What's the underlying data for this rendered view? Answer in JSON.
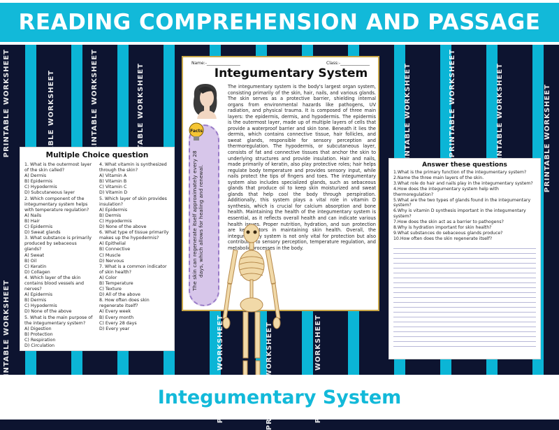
{
  "banner": {
    "top_title": "READING COMPREHENSION AND PASSAGE",
    "bottom_title": "Integumentary System"
  },
  "watermark_text": "PRINTABLE WORKSHEET",
  "colors": {
    "cyan": "#12b9d9",
    "navy": "#0d1430",
    "card": "#d7c6ea"
  },
  "worksheet": {
    "name_label": "Name:-________________",
    "class_label": "Class:-______________",
    "title": "Integumentary System",
    "passage": "The integumentary system is the body's largest organ system, consisting primarily of the skin, hair, nails, and various glands. The skin serves as a protective barrier, shielding internal organs from environmental hazards like pathogens, UV radiation, and physical trauma. It is composed of three main layers: the epidermis, dermis, and hypodermis. The epidermis is the outermost layer, made up of multiple layers of cells that provide a waterproof barrier and skin tone. Beneath it lies the dermis, which contains connective tissue, hair follicles, and sweat glands, responsible for sensory perception and thermoregulation. The hypodermis, or subcutaneous layer, consists of fat and connective tissues that anchor the skin to underlying structures and provide insulation. Hair and nails, made primarily of keratin, also play protective roles; hair helps regulate body temperature and provides sensory input, while nails protect the tips of fingers and toes. The integumentary system also includes specialized glands, such as sebaceous glands that produce oil to keep skin moisturized and sweat glands that help cool the body through perspiration. Additionally, this system plays a vital role in vitamin D synthesis, which is crucial for calcium absorption and bone health. Maintaining the health of the integumentary system is essential, as it reflects overall health and can indicate various health issues. Proper nutrition, hydration, and sun protection are key factors in maintaining skin health. Overall, the integumentary system is not only vital for protection but also contributes to sensory perception, temperature regulation, and metabolic processes in the body.",
    "facts_label": "Facts",
    "fact": "The skin can regenerate itself approximately every 28 days, which allows for healing and renewal."
  },
  "mcq": {
    "title": "Multiple Choice question",
    "col1": [
      "1. What is the outermost layer of the skin called?",
      "A) Dermis",
      "B) Epidermis",
      "C) Hypodermis",
      "D) Subcutaneous layer",
      "2. Which component of the integumentary system helps with temperature regulation?",
      "A) Nails",
      "B) Hair",
      "C) Epidermis",
      "D) Sweat glands",
      "3. What substance is primarily produced by sebaceous glands?",
      "A) Sweat",
      "B) Oil",
      "C) Keratin",
      "D) Collagen",
      "4. Which layer of the skin contains blood vessels and nerves?",
      "A) Epidermis",
      "B) Dermis",
      "C) Hypodermis",
      "D) None of the above",
      "5. What is the main purpose of the integumentary system?",
      "A) Digestion",
      "B) Protection",
      "C) Respiration",
      "D) Circulation"
    ],
    "col2": [
      "4. What vitamin is synthesized through the skin?",
      "A) Vitamin A",
      "B) Vitamin B",
      "C) Vitamin C",
      "D) Vitamin D",
      "5. Which layer of skin provides insulation?",
      "A) Epidermis",
      "B) Dermis",
      "C) Hypodermis",
      "D) None of the above",
      "6. What type of tissue primarily makes up the hypodermis?",
      "A) Epithelial",
      "B) Connective",
      "C) Muscle",
      "D) Nervous",
      "7. What is a common indicator of skin health?",
      "A) Color",
      "B) Temperature",
      "C) Texture",
      "D) All of the above",
      "8. How often does skin regenerate itself?",
      "A) Every week",
      "B) Every month",
      "C) Every 28 days",
      "D) Every year"
    ]
  },
  "answer_sheet": {
    "title": "Answer these questions",
    "questions": [
      "1.What is the primary function of the integumentary system?",
      "2.Name the three main layers of the skin.",
      "3.What role do hair and nails play in the integumentary system?",
      "4.How does the integumentary system help with thermoregulation?",
      "5.What are the two types of glands found in the integumentary system?",
      "6.Why is vitamin D synthesis important in the integumentary system?",
      "7.How does the skin act as a barrier to pathogens?",
      "8.Why is hydration important for skin health?",
      "9.What substances do sebaceous glands produce?",
      "10.How often does the skin regenerate itself?"
    ]
  }
}
